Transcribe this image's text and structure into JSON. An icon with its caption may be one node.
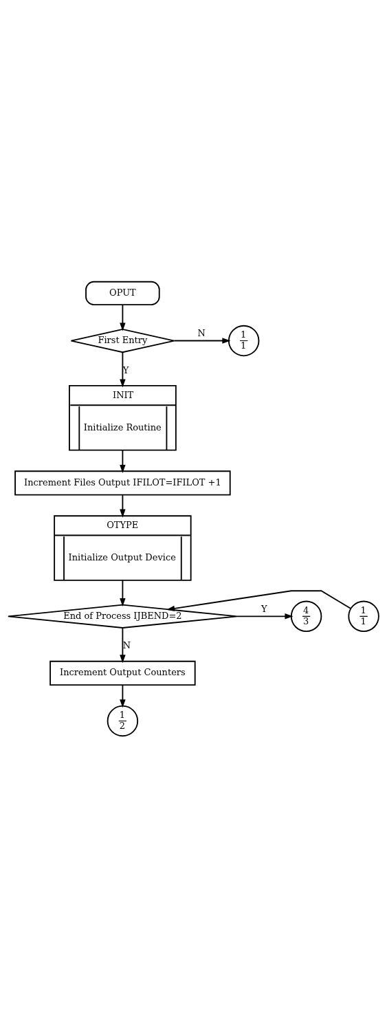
{
  "diagram": {
    "nodes": [
      {
        "text": [
          "OPUT"
        ]
      },
      {
        "text": [
          "First Entry"
        ]
      },
      {
        "text": [
          "1",
          "1"
        ]
      },
      {
        "text": [
          "INIT",
          "Initialize Routine"
        ]
      },
      {
        "text": [
          "Increment Files Output IFILOT=IFILOT +1"
        ]
      },
      {
        "text": [
          "OTYPE",
          "Initialize Output Device"
        ]
      },
      {
        "text": [
          "1",
          "1"
        ]
      },
      {
        "text": [
          "End of Process IJBEND=2"
        ]
      },
      {
        "text": [
          "4",
          "3"
        ]
      },
      {
        "text": [
          "Increment Output Counters"
        ]
      },
      {
        "text": [
          "1",
          "2"
        ]
      }
    ],
    "edges": [
      {
        "from": 0,
        "to": 1,
        "arrow": "to"
      },
      {
        "from": 1,
        "to": 2,
        "arrow": "to",
        "label": "N"
      },
      {
        "from": 1,
        "to": 3,
        "arrow": "to",
        "label": "Y"
      },
      {
        "from": 3,
        "to": 4,
        "arrow": "to"
      },
      {
        "from": 4,
        "to": 5,
        "arrow": "to"
      },
      {
        "from": 5,
        "to": 7,
        "arrow": "to"
      },
      {
        "from": 6,
        "to": 7,
        "arrow": "to"
      },
      {
        "from": 7,
        "to": 8,
        "arrow": "to",
        "label": "Y"
      },
      {
        "from": 7,
        "to": 9,
        "arrow": "to",
        "label": "N"
      },
      {
        "from": 9,
        "to": 10,
        "arrow": "to"
      }
    ]
  }
}
